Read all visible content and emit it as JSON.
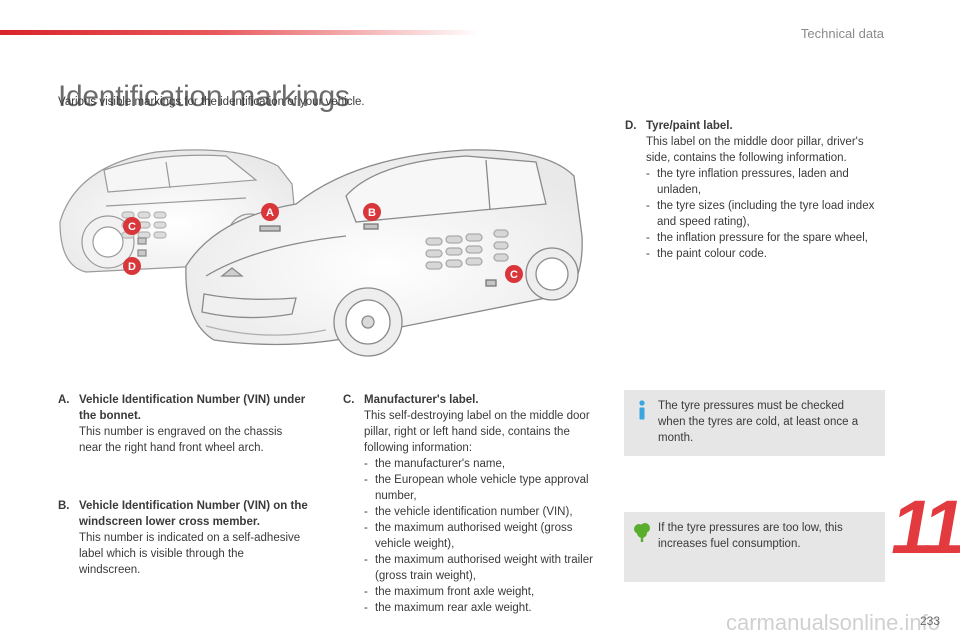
{
  "header": {
    "section": "Technical data",
    "title": "Identification markings",
    "subtitle": "Various visible markings for the identification of your vehicle."
  },
  "figure": {
    "markers": [
      "A",
      "B",
      "C",
      "D",
      "C"
    ]
  },
  "items": {
    "a": {
      "letter": "A.",
      "heading": "Vehicle Identification Number (VIN) under the bonnet.",
      "text": "This number is engraved on the chassis near the right hand front wheel arch."
    },
    "b": {
      "letter": "B.",
      "heading": "Vehicle Identification Number (VIN) on the windscreen lower cross member.",
      "text": "This number is indicated on a self-adhesive label which is visible through the windscreen."
    },
    "c": {
      "letter": "C.",
      "heading": "Manufacturer's label.",
      "text": "This self-destroying label on the middle door pillar, right or left hand side, contains the following information:",
      "list": [
        "the manufacturer's name,",
        "the European whole vehicle type approval number,",
        "the vehicle identification number (VIN),",
        "the maximum authorised weight (gross vehicle weight),",
        "the maximum authorised weight with trailer (gross train weight),",
        "the maximum front axle weight,",
        "the maximum rear axle weight."
      ]
    },
    "d": {
      "letter": "D.",
      "heading": "Tyre/paint label.",
      "text": "This label on the middle door pillar, driver's side, contains the following information.",
      "list": [
        "the tyre inflation pressures, laden and unladen,",
        "the tyre sizes (including the tyre load index and speed rating),",
        "the inflation pressure for the spare wheel,",
        "the paint colour code."
      ]
    }
  },
  "notes": {
    "info": {
      "icon": "info-icon",
      "text": "The tyre pressures must be checked when the tyres are cold, at least once a month."
    },
    "eco": {
      "icon": "tree-icon",
      "text": "If the tyre pressures are too low, this increases fuel consumption."
    }
  },
  "chapter": "11",
  "page_number": "233",
  "watermark": "carmanualsonline.info",
  "colors": {
    "accent": "#e23a3f",
    "marker": "#d9363b",
    "note_bg": "#e6e6e6",
    "info_icon": "#39a6e0",
    "eco_icon": "#5aae2e"
  }
}
